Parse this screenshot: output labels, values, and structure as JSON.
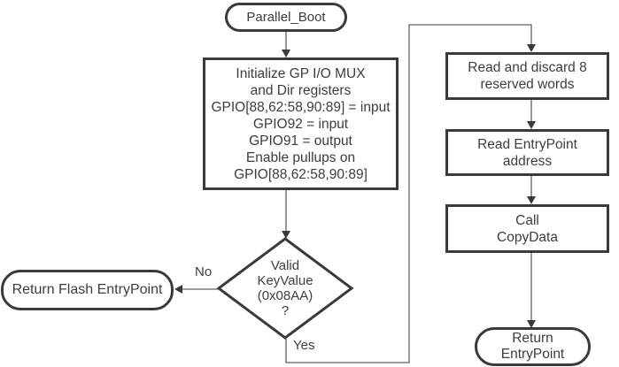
{
  "diagram": {
    "nodes": {
      "parallel_boot": {
        "type": "terminator",
        "label": "Parallel_Boot"
      },
      "init_gpio": {
        "type": "process",
        "label": "Initialize GP I/O MUX\nand Dir registers\nGPIO[88,62:58,90:89] = input\nGPIO92 = input\nGPIO91 = output\nEnable pullups on\nGPIO[88,62:58,90:89]"
      },
      "valid_keyvalue": {
        "type": "decision",
        "label": "Valid\nKeyValue\n(0x08AA)\n?"
      },
      "return_flash_entrypoint": {
        "type": "terminator",
        "label": "Return Flash EntryPoint"
      },
      "read_discard_words": {
        "type": "process",
        "label": "Read and discard 8\nreserved words"
      },
      "read_entrypoint_address": {
        "type": "process",
        "label": "Read EntryPoint\naddress"
      },
      "call_copydata": {
        "type": "process",
        "label": "Call\nCopyData"
      },
      "return_entrypoint": {
        "type": "terminator",
        "label": "Return\nEntryPoint"
      }
    },
    "edge_labels": {
      "no": "No",
      "yes": "Yes"
    },
    "edges": [
      {
        "from": "parallel_boot",
        "to": "init_gpio",
        "label": ""
      },
      {
        "from": "init_gpio",
        "to": "valid_keyvalue",
        "label": ""
      },
      {
        "from": "valid_keyvalue",
        "to": "return_flash_entrypoint",
        "label": "No"
      },
      {
        "from": "valid_keyvalue",
        "to": "read_discard_words",
        "label": "Yes"
      },
      {
        "from": "read_discard_words",
        "to": "read_entrypoint_address",
        "label": ""
      },
      {
        "from": "read_entrypoint_address",
        "to": "call_copydata",
        "label": ""
      },
      {
        "from": "call_copydata",
        "to": "return_entrypoint",
        "label": ""
      }
    ],
    "colors": {
      "border": "#3a3a3a",
      "connector": "#606060",
      "text": "#3d3d3d",
      "background": "#ffffff"
    }
  }
}
